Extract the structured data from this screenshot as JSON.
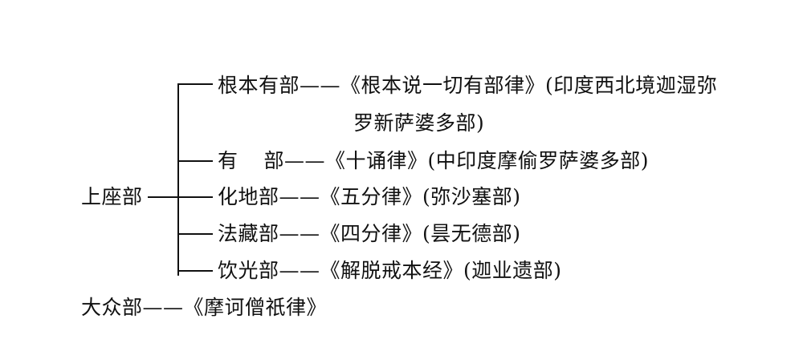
{
  "root": {
    "label": "上座部"
  },
  "branches": [
    {
      "school": "根本有部",
      "text": "《根本说一切有部律》(印度西北境迦湿弥",
      "continuation": "罗新萨婆多部)"
    },
    {
      "school_a": "有",
      "school_b": "部",
      "text": "《十诵律》(中印度摩偷罗萨婆多部)"
    },
    {
      "school": "化地部",
      "text": "《五分律》(弥沙塞部)"
    },
    {
      "school": "法藏部",
      "text": "《四分律》(昙无德部)"
    },
    {
      "school": "饮光部",
      "text": "《解脱戒本经》(迦业遗部)"
    }
  ],
  "other": {
    "label": "大众部",
    "text": "《摩诃僧祇律》"
  },
  "connector": "——"
}
